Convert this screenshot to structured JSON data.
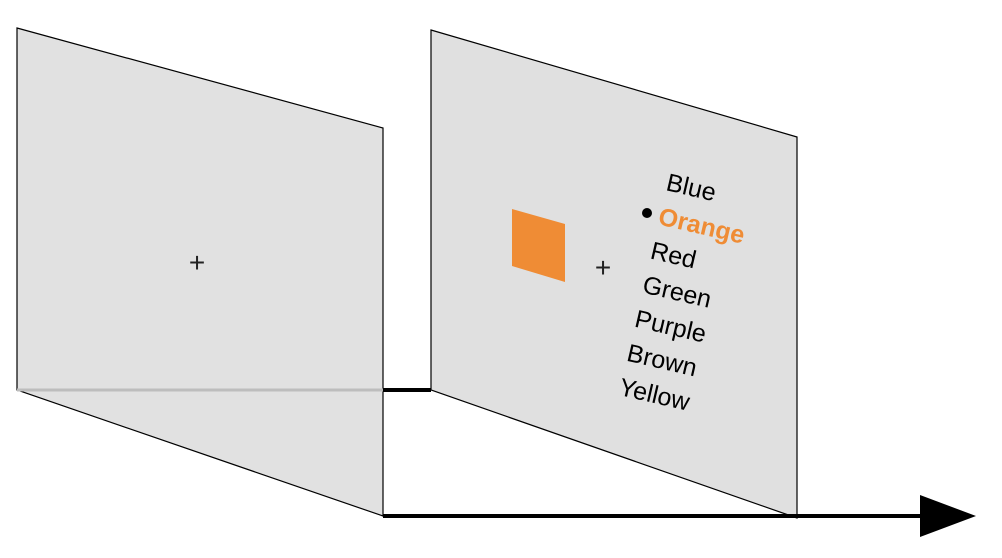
{
  "timeline": {
    "arrow_color": "#000000"
  },
  "panels": {
    "panel_fill": "#e0e0e0",
    "panel_edge": "#000000",
    "first_screen": {
      "fixation_symbol": "+"
    },
    "second_screen": {
      "fixation_symbol": "+",
      "color_patch": "#ef8c35",
      "cursor_icon": "bullet-dot",
      "word_list": [
        {
          "label": "Blue",
          "selected": false
        },
        {
          "label": "Orange",
          "selected": true
        },
        {
          "label": "Red",
          "selected": false
        },
        {
          "label": "Green",
          "selected": false
        },
        {
          "label": "Purple",
          "selected": false
        },
        {
          "label": "Brown",
          "selected": false
        },
        {
          "label": "Yellow",
          "selected": false
        }
      ],
      "selected_color": "#ef8c35",
      "word_color": "#000000"
    }
  }
}
